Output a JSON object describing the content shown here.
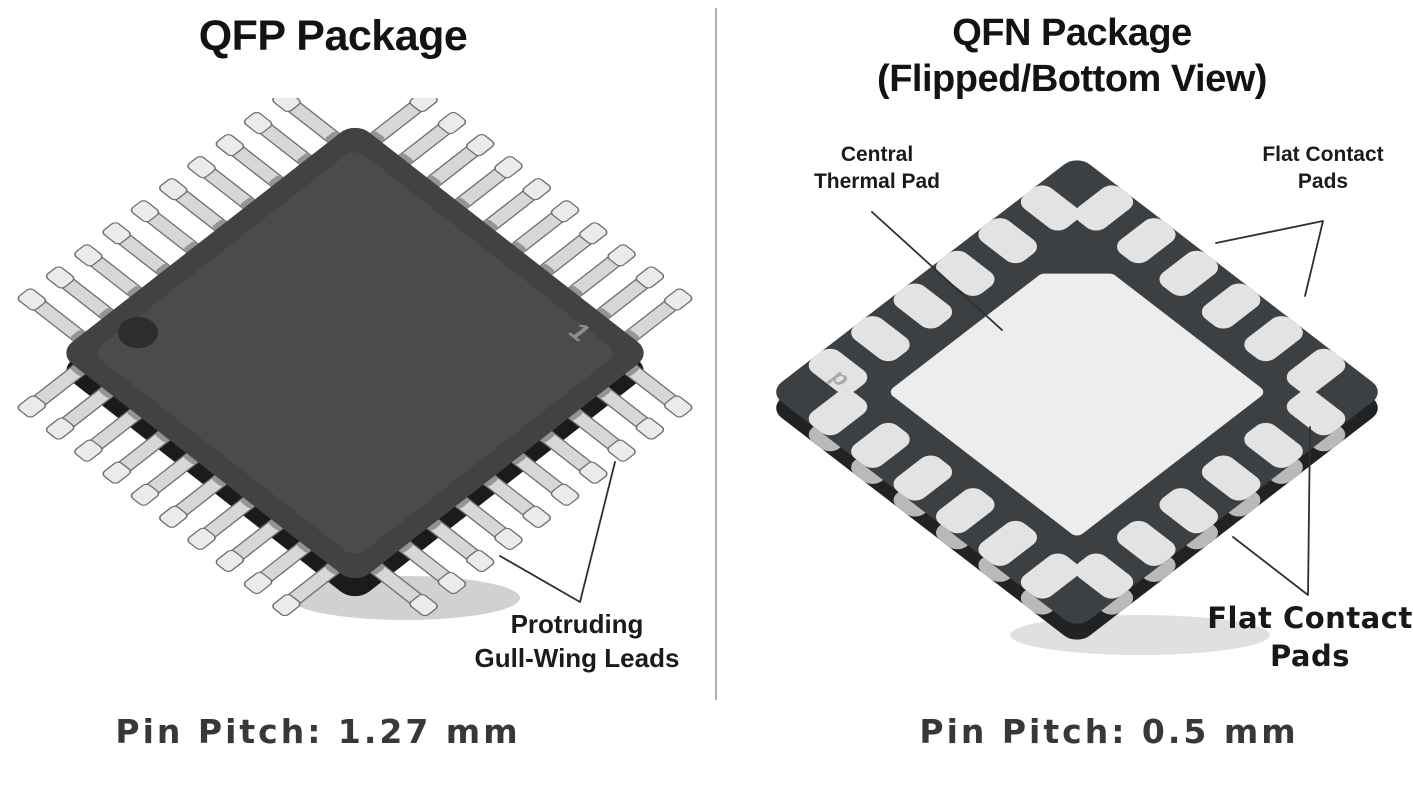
{
  "left_panel": {
    "title": "QFP Package",
    "annotation": {
      "line1": "Protruding",
      "line2": "Gull-Wing Leads"
    },
    "pin_pitch": "Pin Pitch: 1.27 mm",
    "chip": {
      "pin1_marking": "1"
    }
  },
  "right_panel": {
    "title_line1": "QFN Package",
    "title_line2": "(Flipped/Bottom View)",
    "annotations": {
      "central_thermal_pad": {
        "line1": "Central",
        "line2": "Thermal Pad"
      },
      "flat_contact_pads_top": {
        "line1": "Flat Contact",
        "line2": "Pads"
      },
      "flat_contact_pads_bottom": {
        "line1": "Flat Contact",
        "line2": "Pads"
      }
    },
    "pin_pitch": "Pin Pitch: 0.5 mm",
    "chip": {
      "logo_marking": "p"
    }
  },
  "colors": {
    "qfp_body": "#424242",
    "qfp_body_dark": "#1b1b1b",
    "lead": "#d7d7d7",
    "qfn_body": "#3d4042",
    "qfn_body_dark": "#202224",
    "pad": "#e3e3e3",
    "thermal_pad": "#ededed",
    "leader_line": "#2f2f2f",
    "divider": "#b0b0b0"
  }
}
